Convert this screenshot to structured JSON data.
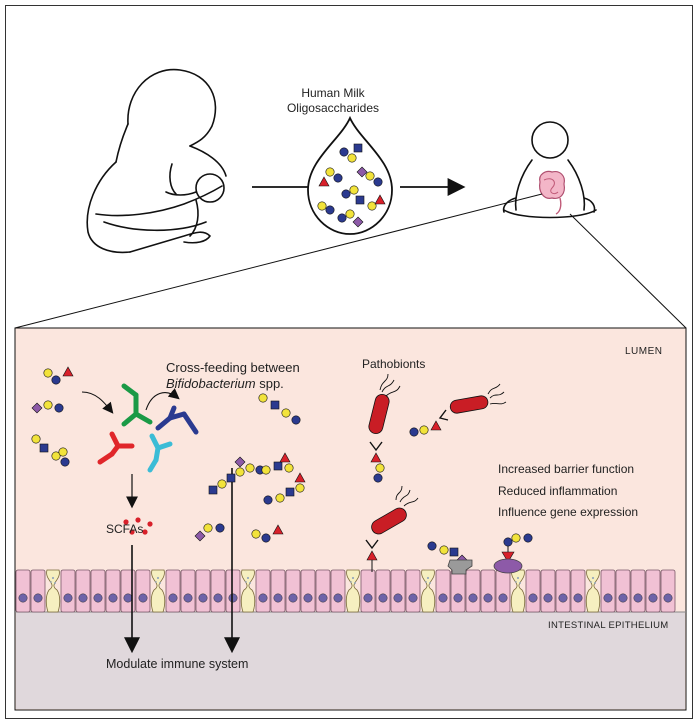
{
  "hmo_label": [
    "Human Milk",
    "Oligosaccharides"
  ],
  "cross_feeding": {
    "line1": "Cross-feeding between",
    "italic": "Bifidobacterium",
    "suffix": " spp."
  },
  "pathobionts_label": "Pathobionts",
  "lumen_label": "LUMEN",
  "scfa_label": "SCFAs",
  "effects": [
    "Increased barrier function",
    "Reduced inflammation",
    "Influence gene expression"
  ],
  "epithelium_label": "INTESTINAL EPITHELIUM",
  "immune_label": "Modulate immune system",
  "colors": {
    "lumen_bg": "#fbe6de",
    "epithelium_bg": "#e0d8dc",
    "cell_fill": "#f1c1d4",
    "goblet_fill": "#f6efc0",
    "nucleus": "#6d63a8",
    "glucose_blue": "#2b3a8f",
    "galactose_yellow": "#f2e33b",
    "fucose_red": "#d8202a",
    "sialic_purple": "#8d5aa8",
    "bifido_green": "#1a9a46",
    "bifido_navy": "#2a3a90",
    "bifido_red": "#e0262a",
    "bifido_cyan": "#3bbcd6",
    "pathobiont_red": "#c91d25"
  }
}
